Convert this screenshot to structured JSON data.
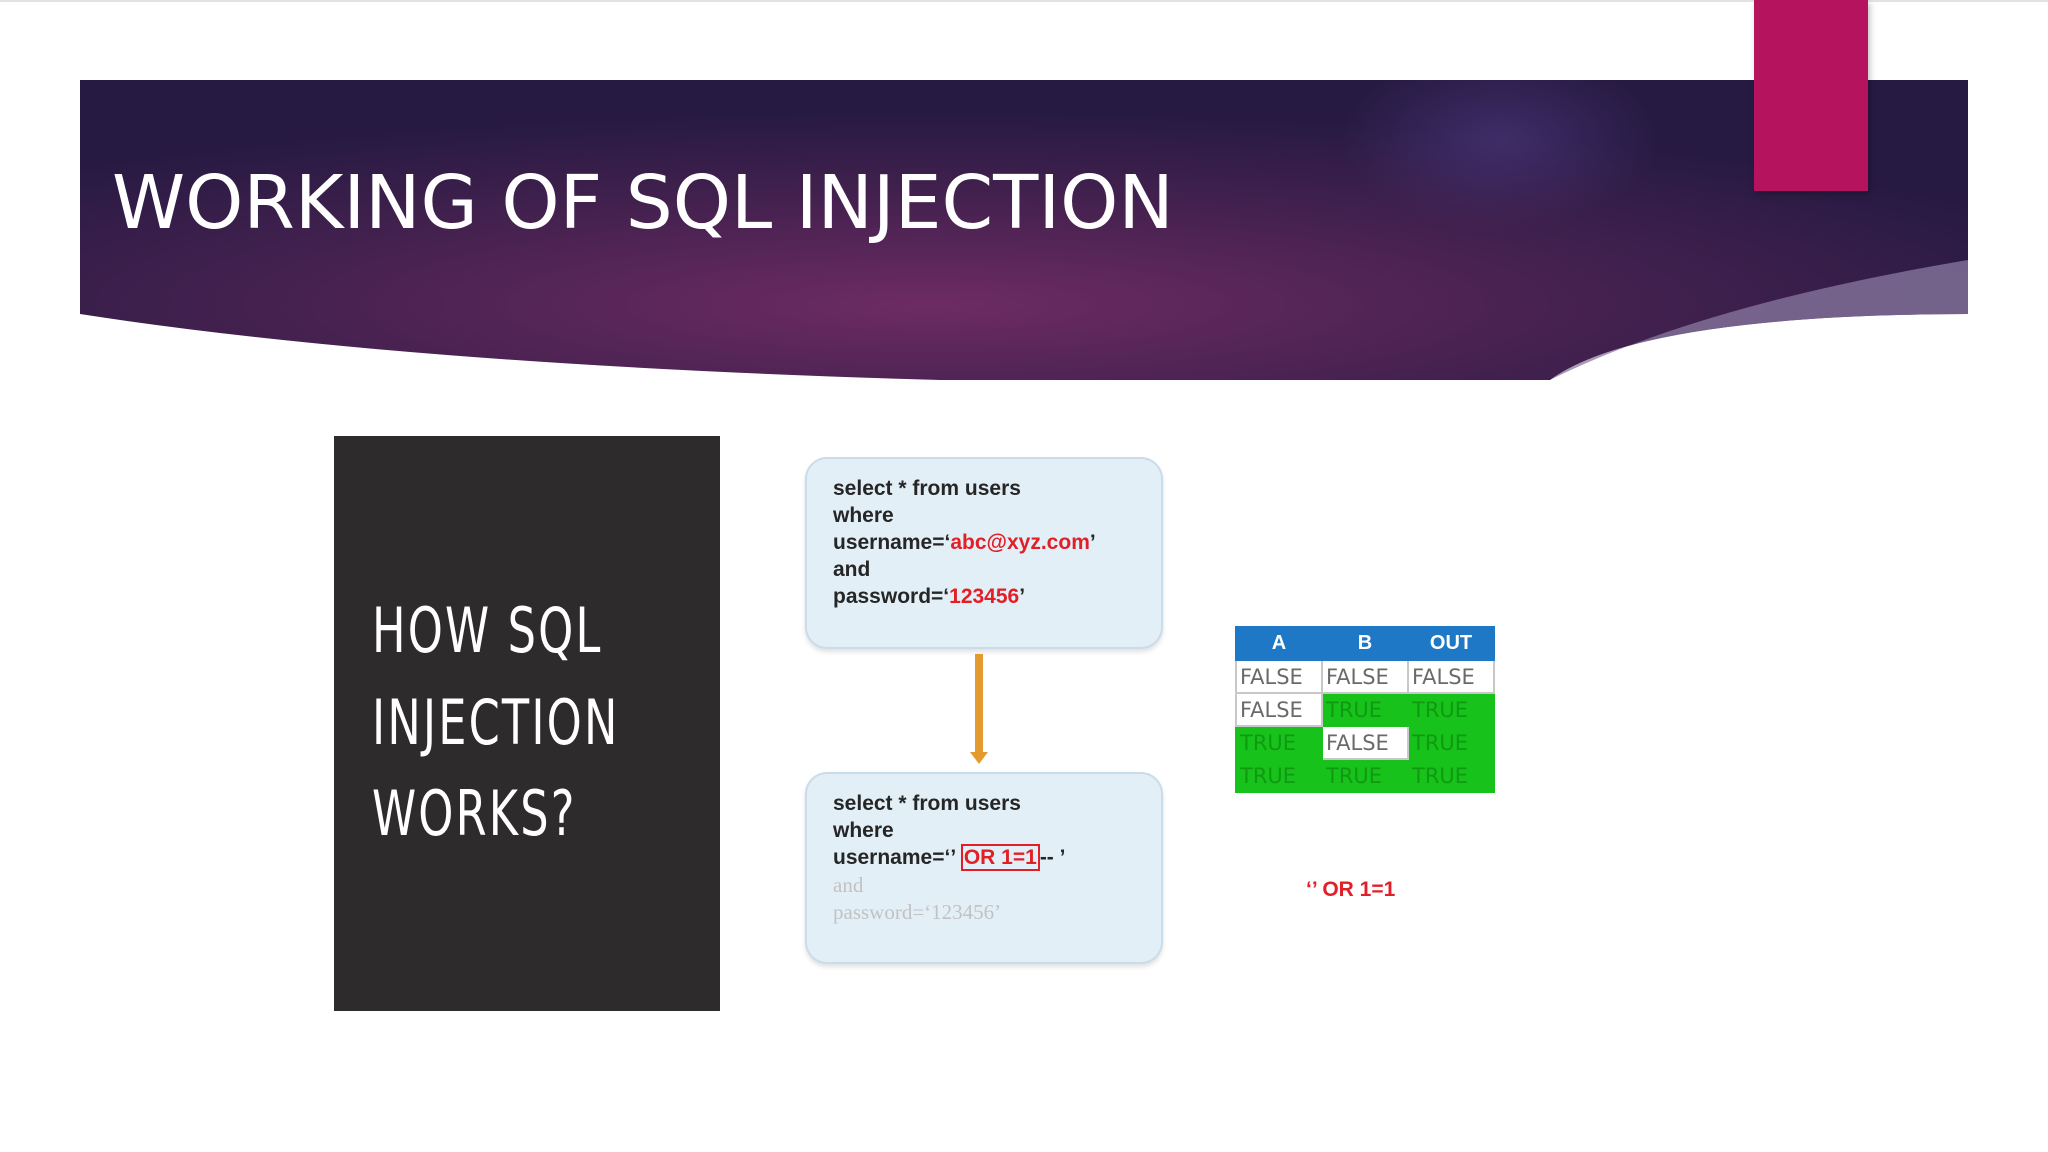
{
  "slide": {
    "title": "WORKING OF SQL INJECTION",
    "colors": {
      "banner_dark": "#2b1a47",
      "banner_mid": "#6a2a62",
      "accent_tab": "#b5135e"
    }
  },
  "dark_card": {
    "lines": [
      "HOW SQL",
      "INJECTION",
      "WORKS?"
    ]
  },
  "query_original": {
    "line1": "select * from users",
    "line2": "where",
    "line3_prefix": "username=‘",
    "line3_value": "abc@xyz.com",
    "line3_suffix": "’",
    "line4": "and",
    "line5_prefix": "password=‘",
    "line5_value": "123456",
    "line5_suffix": "’"
  },
  "query_injected": {
    "line1": "select * from users",
    "line2": "where",
    "line3_prefix": "username=‘’",
    "line3_injected": "OR 1=1",
    "line3_suffix": "-- ’",
    "line4": "and",
    "line5": "password=‘123456’"
  },
  "truth_table": {
    "headers": [
      "A",
      "B",
      "OUT"
    ],
    "rows": [
      [
        "FALSE",
        "FALSE",
        "FALSE"
      ],
      [
        "FALSE",
        "TRUE",
        "TRUE"
      ],
      [
        "TRUE",
        "FALSE",
        "TRUE"
      ],
      [
        "TRUE",
        "TRUE",
        "TRUE"
      ]
    ]
  },
  "injection_string": "‘’ OR 1=1"
}
